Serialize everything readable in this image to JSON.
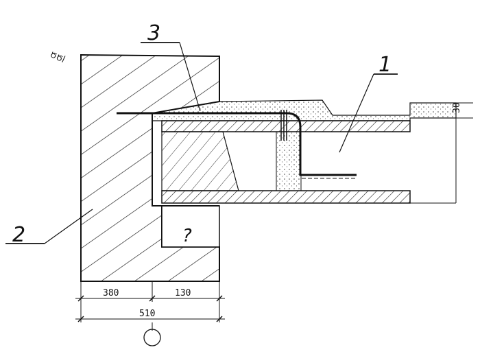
{
  "callouts": {
    "slab": "1",
    "wall": "2",
    "rebar": "3",
    "unclear_mark": "?"
  },
  "dimensions": {
    "wall_thickness": "380",
    "slab_bearing": "130",
    "total_width": "510",
    "top_layer": "30"
  },
  "corner_text": "ԾԾꟾ",
  "axis_marker": ""
}
